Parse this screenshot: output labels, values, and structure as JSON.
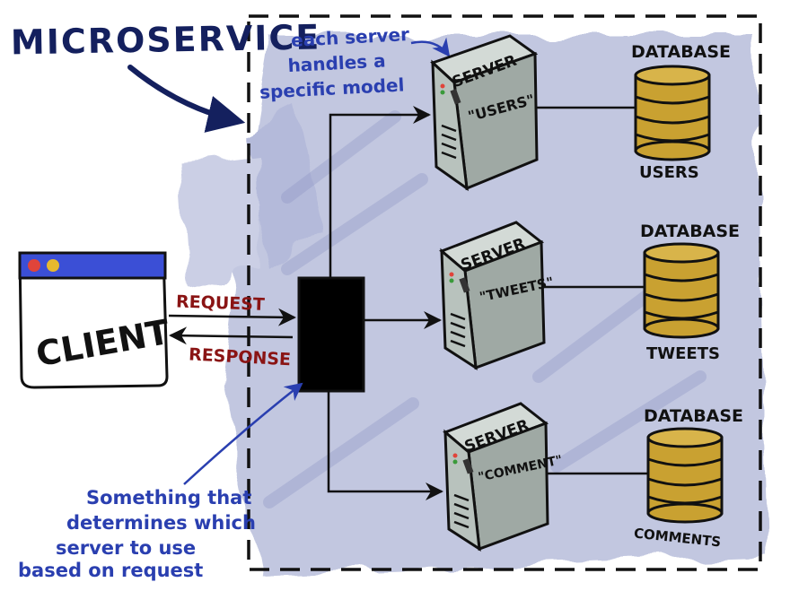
{
  "title": "MICROSERVICE",
  "annotation_top": [
    "each server",
    "handles a",
    "specific model"
  ],
  "annotation_bottom": [
    "Something that",
    "determines which",
    "server to use",
    "based on request"
  ],
  "client": {
    "label": "CLIENT"
  },
  "arrows": {
    "request": "REQUEST",
    "response": "RESPONSE"
  },
  "servers": [
    {
      "heading": "SERVER",
      "model": "\"USERS\""
    },
    {
      "heading": "SERVER",
      "model": "\"TWEETS\""
    },
    {
      "heading": "SERVER",
      "model": "\"COMMENT\""
    }
  ],
  "databases": [
    {
      "heading": "DATABASE",
      "name": "USERS"
    },
    {
      "heading": "DATABASE",
      "name": "TWEETS"
    },
    {
      "heading": "DATABASE",
      "name": "COMMENTS"
    }
  ],
  "colors": {
    "title_ink": "#14205e",
    "annotation_ink": "#2a3fb0",
    "request_ink": "#8a1414",
    "server_fill": "#b8c2bd",
    "database_fill": "#c9a131",
    "wash": "#b3b9d8",
    "client_bar": "#3b4fd6",
    "dot_red": "#e0443a",
    "dot_yellow": "#e6b92e"
  }
}
